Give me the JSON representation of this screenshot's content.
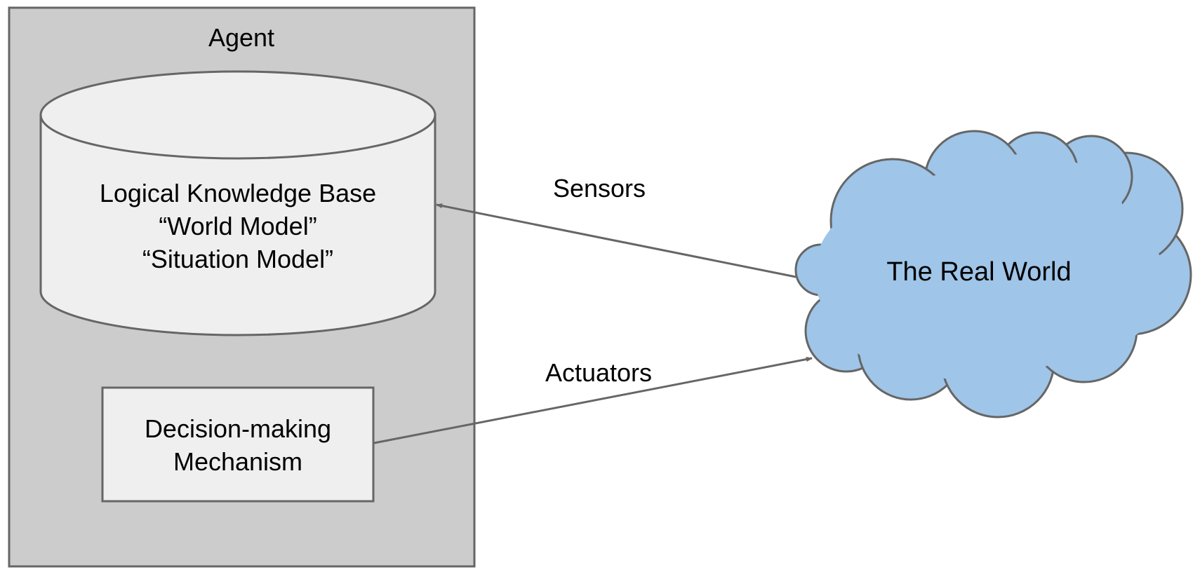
{
  "agent": {
    "title": "Agent",
    "knowledge_base": {
      "line1": "Logical Knowledge Base",
      "line2": "“World Model”",
      "line3": "“Situation Model”"
    },
    "decision": {
      "line1": "Decision-making",
      "line2": "Mechanism"
    }
  },
  "world": {
    "label": "The Real World"
  },
  "arrows": {
    "sensors": "Sensors",
    "actuators": "Actuators"
  },
  "colors": {
    "agent_fill": "#cccccc",
    "inner_fill": "#efefef",
    "cloud_fill": "#9fc5e8",
    "stroke": "#666666"
  }
}
